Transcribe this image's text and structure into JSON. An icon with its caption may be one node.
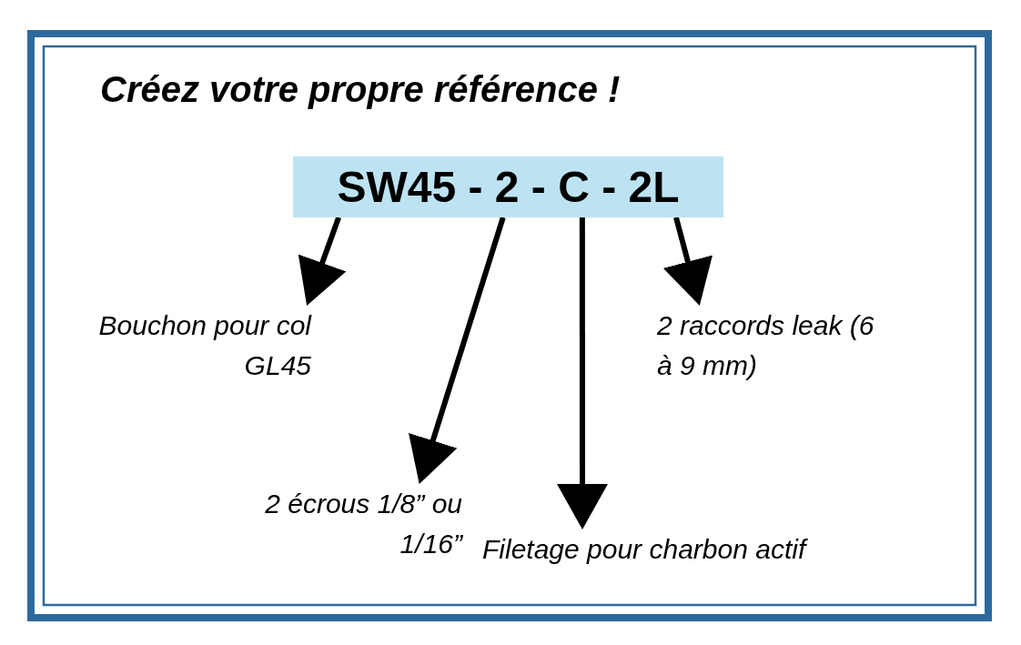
{
  "diagram": {
    "title": "Créez votre propre référence !",
    "nodes": [
      {
        "text": [
          "SW45 - 2 - C - 2L"
        ]
      },
      {
        "text": [
          "Bouchon pour col GL45"
        ]
      },
      {
        "text": [
          "2 écrous 1/8” ou 1/16”"
        ]
      },
      {
        "text": [
          "Filetage pour charbon actif"
        ]
      },
      {
        "text": [
          "2 raccords leak (6 à 9 mm)"
        ]
      }
    ],
    "edges": [
      {
        "from": 0,
        "to": 1,
        "arrow": "to"
      },
      {
        "from": 0,
        "to": 2,
        "arrow": "to"
      },
      {
        "from": 0,
        "to": 3,
        "arrow": "to"
      },
      {
        "from": 0,
        "to": 4,
        "arrow": "to"
      }
    ]
  }
}
